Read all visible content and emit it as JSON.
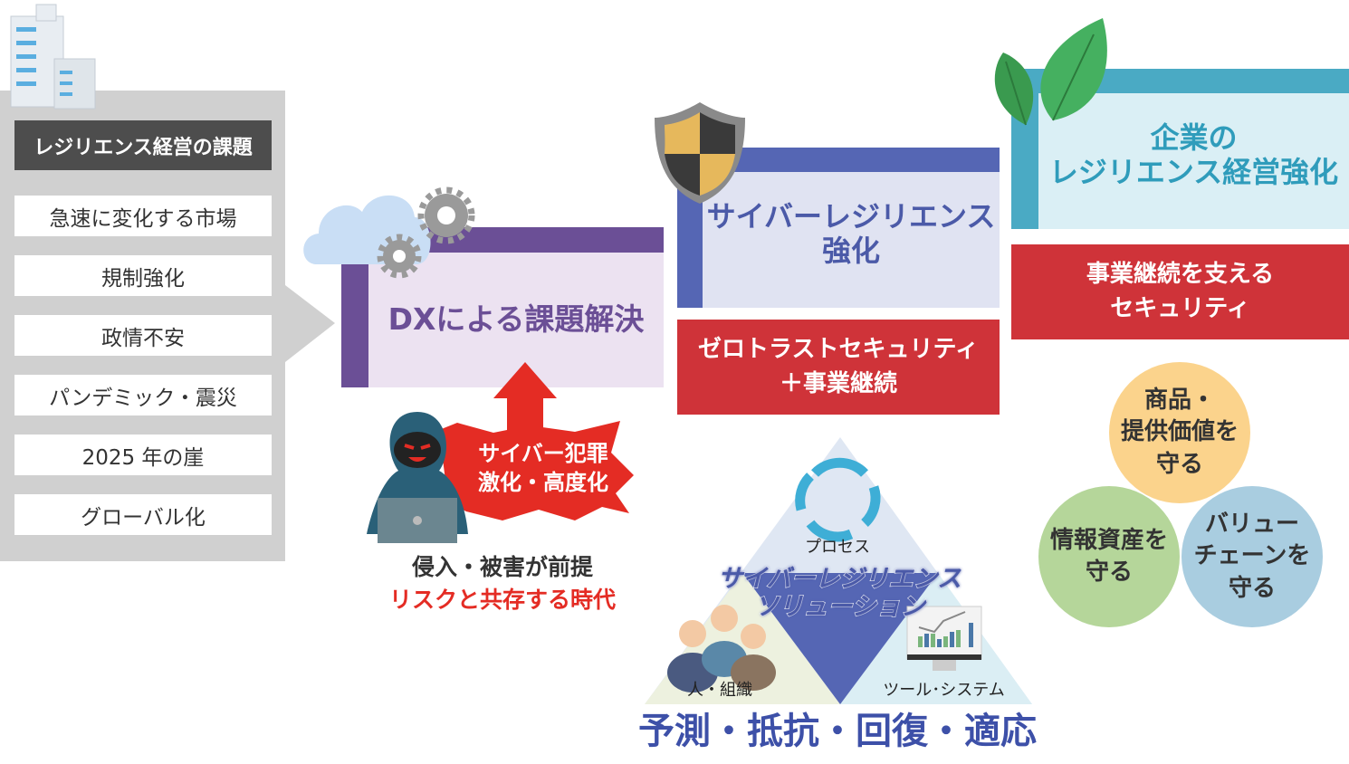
{
  "left_panel": {
    "title": "レジリエンス経営の課題",
    "items": [
      "急速に変化する市場",
      "規制強化",
      "政情不安",
      "パンデミック・震災",
      "2025 年の崖",
      "グローバル化"
    ]
  },
  "dx": {
    "title": "DXによる課題解決"
  },
  "threat": {
    "burst_line1": "サイバー犯罪",
    "burst_line2": "激化・高度化",
    "caption1": "侵入・被害が前提",
    "caption2": "リスクと共存する時代"
  },
  "cyber": {
    "title_line1": "サイバーレジリエンス",
    "title_line2": "強化",
    "red_line1": "ゼロトラストセキュリティ",
    "red_line2": "＋事業継続"
  },
  "enterprise": {
    "title_line1": "企業の",
    "title_line2": "レジリエンス経営強化",
    "red_line1": "事業継続を支える",
    "red_line2": "セキュリティ"
  },
  "circles": [
    {
      "lines": [
        "商品・",
        "提供価値を",
        "守る"
      ],
      "color": "#fbd38c"
    },
    {
      "lines": [
        "情報資産を",
        "守る"
      ],
      "color": "#b5d69a"
    },
    {
      "lines": [
        "バリュー",
        "チェーンを",
        "守る"
      ],
      "color": "#a9cde0"
    }
  ],
  "triangle": {
    "top_label": "プロセス",
    "left_label": "人・組織",
    "right_label": "ツール･システム",
    "center_line1": "サイバーレジリエンス",
    "center_line2": "ソリューション"
  },
  "footer": "予測・抵抗・回復・適応",
  "colors": {
    "purple": "#6b4f96",
    "blue": "#5566b4",
    "teal": "#4aaac4",
    "red": "#cf3339"
  }
}
